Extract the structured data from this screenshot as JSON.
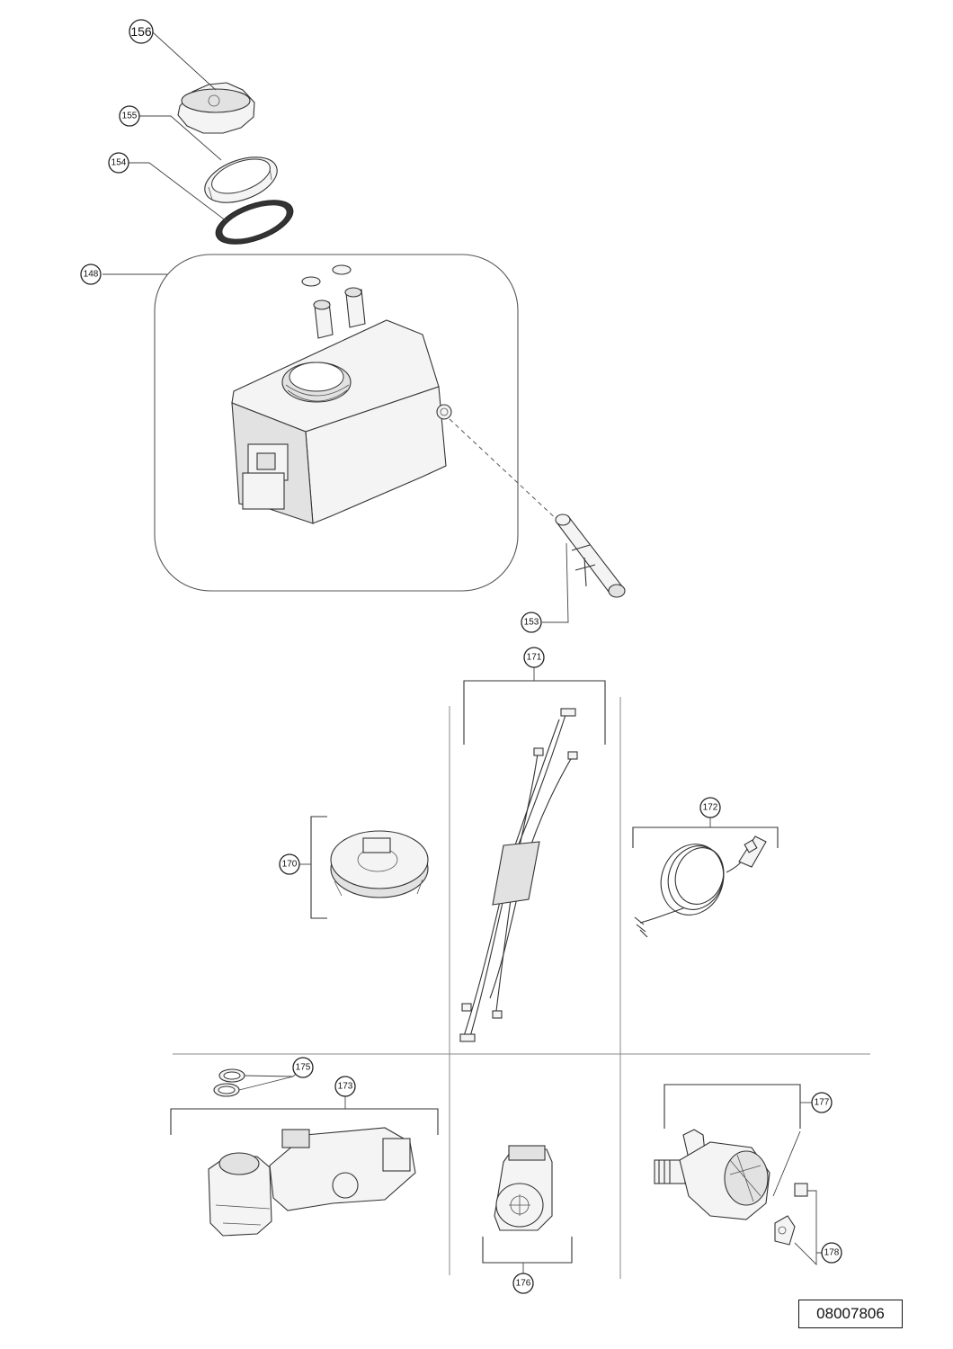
{
  "callouts": {
    "c156": "156",
    "c155": "155",
    "c154": "154",
    "c148": "148",
    "c153": "153",
    "c171": "171",
    "c170": "170",
    "c172": "172",
    "c175": "175",
    "c173": "173",
    "c176": "176",
    "c177": "177",
    "c178": "178"
  },
  "document_number": "08007806"
}
